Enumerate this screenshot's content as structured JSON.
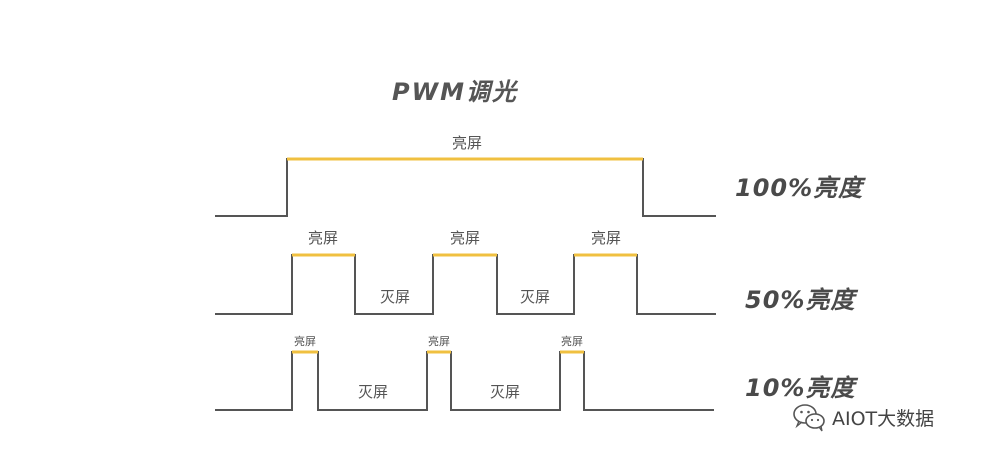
{
  "title": "PWM调光",
  "rows": [
    {
      "level": "100%亮度",
      "on_label": "亮屏",
      "off_label": "",
      "pulses": [
        0
      ]
    },
    {
      "level": "50%亮度",
      "on_label": "亮屏",
      "off_label": "灭屏",
      "pulses": [
        0,
        1,
        2
      ]
    },
    {
      "level": "10%亮度",
      "on_label": "亮屏",
      "off_label": "灭屏",
      "pulses": [
        0,
        1,
        2
      ]
    }
  ],
  "watermark": {
    "text": "AIOT大数据",
    "icon": "wechat-icon"
  },
  "colors": {
    "waveform": "#555555",
    "on_highlight": "#f0c040",
    "text": "#555555"
  }
}
